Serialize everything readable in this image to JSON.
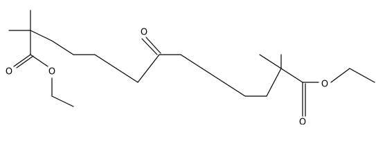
{
  "structure": {
    "atom_labels": {
      "ketone_oxygen": "O",
      "left_carbonyl_oxygen": "O",
      "left_ester_oxygen": "O",
      "right_carbonyl_oxygen": "O",
      "right_ester_oxygen": "O"
    },
    "colors": {
      "bond": "#000000",
      "background": "#ffffff"
    }
  }
}
